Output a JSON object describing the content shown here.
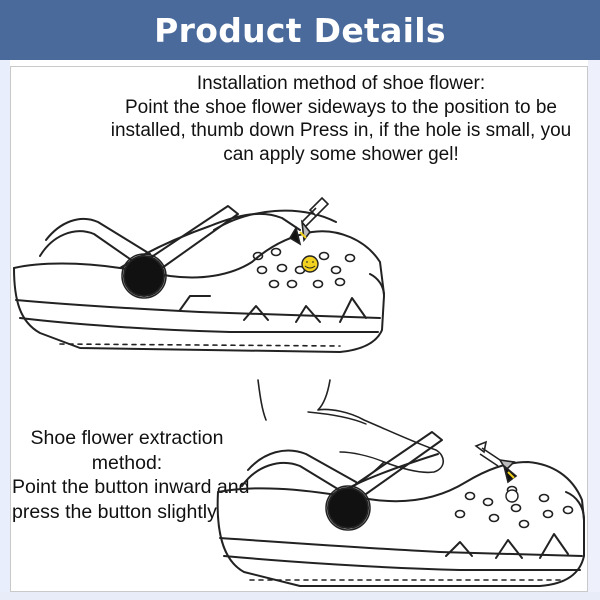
{
  "header": {
    "title": "Product Details",
    "background": "#4a6a9c"
  },
  "installation": {
    "text": "Installation method of shoe flower:\nPoint the shoe flower sideways to the position to be installed, thumb down Press in, if the hole is small, you can apply some shower gel!"
  },
  "extraction": {
    "title": "Shoe flower extraction method:",
    "body": "Point the button inward and press the button slightly"
  },
  "colors": {
    "charm_yellow": "#f2d21f",
    "outline": "#222222",
    "accent": "#4a6a9c"
  }
}
